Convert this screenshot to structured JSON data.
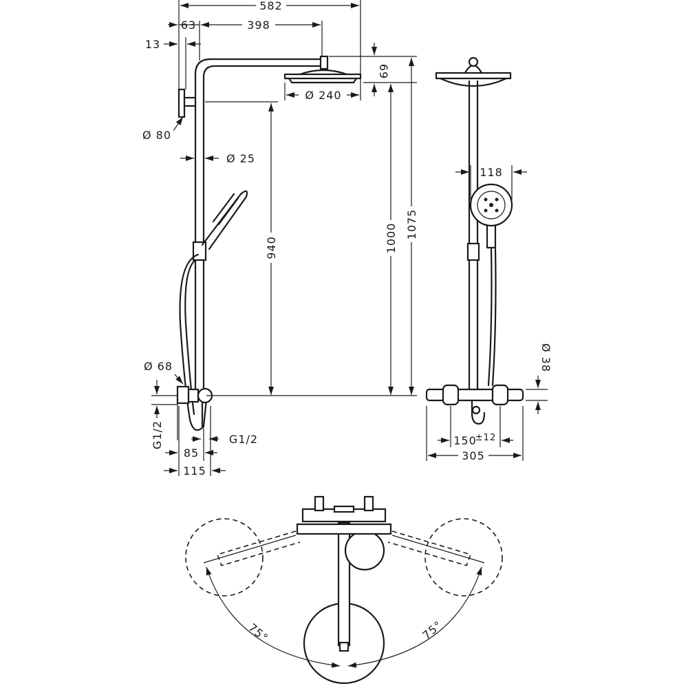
{
  "dimensions": {
    "overall_width": "582",
    "wall_to_arm": "63",
    "arm_length": "398",
    "wall_offset": "13",
    "head_height": "69",
    "head_diameter": "Ø 240",
    "flange_diameter": "Ø 80",
    "rail_diameter": "Ø 25",
    "height_940": "940",
    "height_1000": "1000",
    "height_1075": "1075",
    "hand_shower_width": "118",
    "outlet_diameter": "Ø 68",
    "thread_left": "G1/2",
    "thread_right": "G1/2",
    "depth_85": "85",
    "depth_115": "115",
    "thermostat_diameter": "Ø 38",
    "centres": "150",
    "centres_tol": "±12",
    "thermostat_width": "305",
    "angle_left": "75°",
    "angle_right": "75°"
  },
  "colors": {
    "line": "#1a1a1a",
    "background": "#ffffff"
  }
}
